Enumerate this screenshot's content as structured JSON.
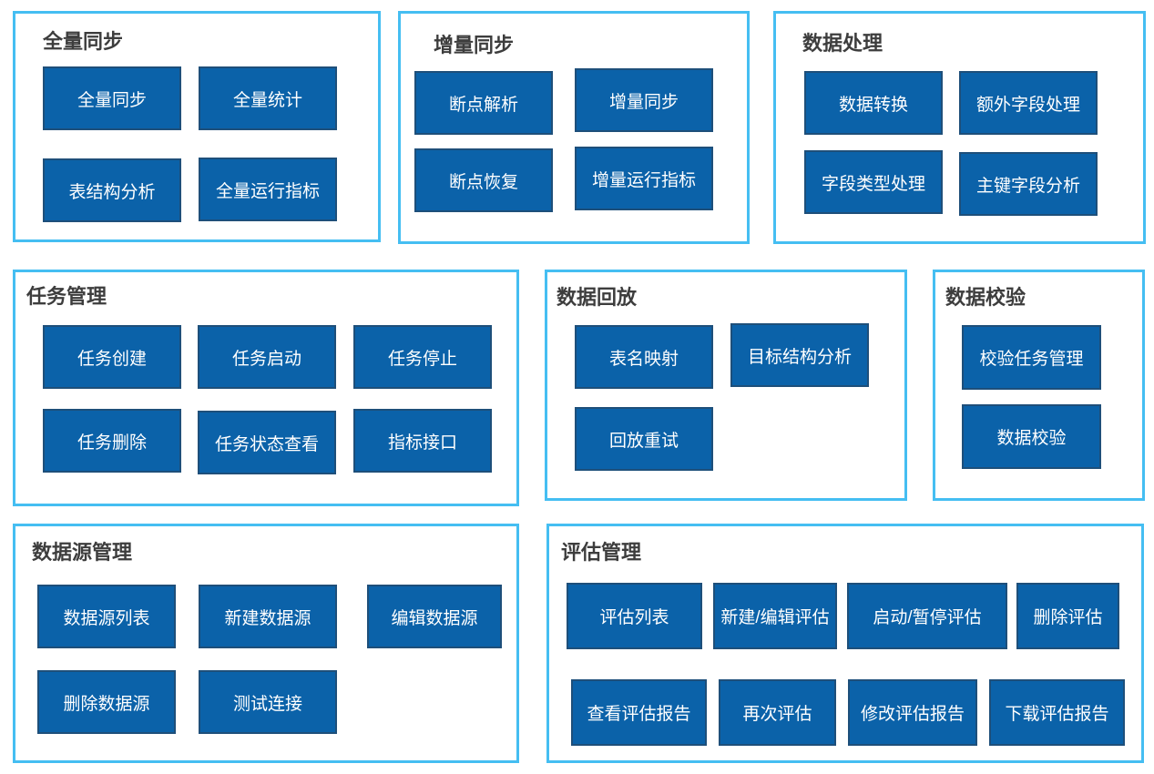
{
  "colors": {
    "background": "#FFFFFF",
    "group_border": "#45BEF2",
    "block_fill": "#0B62A9",
    "block_border": "#1E4F7A",
    "block_text": "#FFFFFF",
    "title_text": "#3D3D3D"
  },
  "groups": [
    {
      "title": "全量同步",
      "items": [
        {
          "name": "full-sync",
          "label": "全量同步"
        },
        {
          "name": "full-stats",
          "label": "全量统计"
        },
        {
          "name": "table-structure-analysis",
          "label": "表结构分析"
        },
        {
          "name": "full-run-metrics",
          "label": "全量运行指标"
        }
      ]
    },
    {
      "title": "增量同步",
      "items": [
        {
          "name": "breakpoint-parse",
          "label": "断点解析"
        },
        {
          "name": "incremental-sync",
          "label": "增量同步"
        },
        {
          "name": "breakpoint-recovery",
          "label": "断点恢复"
        },
        {
          "name": "incremental-run-metrics",
          "label": "增量运行指标"
        }
      ]
    },
    {
      "title": "数据处理",
      "items": [
        {
          "name": "data-transform",
          "label": "数据转换"
        },
        {
          "name": "extra-field-processing",
          "label": "额外字段处理"
        },
        {
          "name": "field-type-processing",
          "label": "字段类型处理"
        },
        {
          "name": "primary-key-field-analysis",
          "label": "主键字段分析"
        }
      ]
    },
    {
      "title": "任务管理",
      "items": [
        {
          "name": "task-create",
          "label": "任务创建"
        },
        {
          "name": "task-start",
          "label": "任务启动"
        },
        {
          "name": "task-stop",
          "label": "任务停止"
        },
        {
          "name": "task-delete",
          "label": "任务删除"
        },
        {
          "name": "task-status-view",
          "label": "任务状态查看"
        },
        {
          "name": "metrics-api",
          "label": "指标接口"
        }
      ]
    },
    {
      "title": "数据回放",
      "items": [
        {
          "name": "table-name-mapping",
          "label": "表名映射"
        },
        {
          "name": "target-structure-analysis",
          "label": "目标结构分析"
        },
        {
          "name": "replay-retry",
          "label": "回放重试"
        }
      ]
    },
    {
      "title": "数据校验",
      "items": [
        {
          "name": "validation-task-management",
          "label": "校验任务管理"
        },
        {
          "name": "data-validation",
          "label": "数据校验"
        }
      ]
    },
    {
      "title": "数据源管理",
      "items": [
        {
          "name": "datasource-list",
          "label": "数据源列表"
        },
        {
          "name": "datasource-create",
          "label": "新建数据源"
        },
        {
          "name": "datasource-edit",
          "label": "编辑数据源"
        },
        {
          "name": "datasource-delete",
          "label": "删除数据源"
        },
        {
          "name": "test-connection",
          "label": "测试连接"
        }
      ]
    },
    {
      "title": "评估管理",
      "items": [
        {
          "name": "evaluation-list",
          "label": "评估列表"
        },
        {
          "name": "evaluation-create-edit",
          "label": "新建/编辑评估"
        },
        {
          "name": "evaluation-start-pause",
          "label": "启动/暂停评估"
        },
        {
          "name": "evaluation-delete",
          "label": "删除评估"
        },
        {
          "name": "evaluation-report-view",
          "label": "查看评估报告"
        },
        {
          "name": "evaluation-rerun",
          "label": "再次评估"
        },
        {
          "name": "evaluation-report-edit",
          "label": "修改评估报告"
        },
        {
          "name": "evaluation-report-download",
          "label": "下载评估报告"
        }
      ]
    }
  ]
}
